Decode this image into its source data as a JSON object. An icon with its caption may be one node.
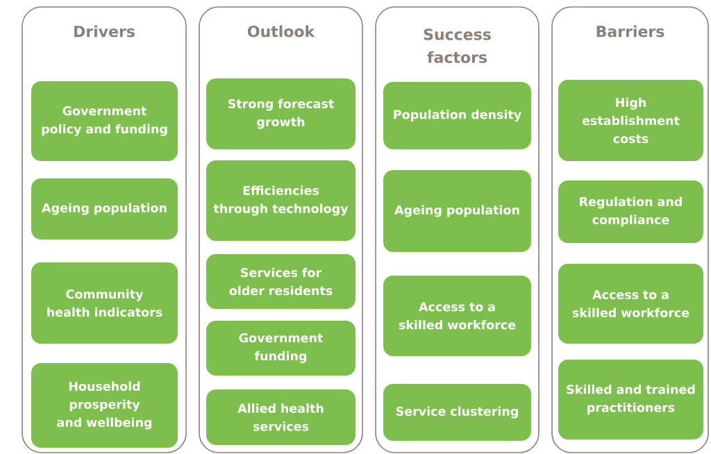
{
  "diagram": {
    "nodes": [
      {
        "text": [
          "Drivers"
        ]
      },
      {
        "text": [
          "Government policy and funding"
        ],
        "in": 0
      },
      {
        "text": [
          "Ageing population"
        ],
        "in": 0
      },
      {
        "text": [
          "Community health indicators"
        ],
        "in": 0
      },
      {
        "text": [
          "Household prosperity and wellbeing"
        ],
        "in": 0
      },
      {
        "text": [
          "Outlook"
        ]
      },
      {
        "text": [
          "Strong forecast growth"
        ],
        "in": 5
      },
      {
        "text": [
          "Efficiencies through technology"
        ],
        "in": 5
      },
      {
        "text": [
          "Services for older residents"
        ],
        "in": 5
      },
      {
        "text": [
          "Government funding"
        ],
        "in": 5
      },
      {
        "text": [
          "Allied health services"
        ],
        "in": 5
      },
      {
        "text": [
          "Success factors"
        ]
      },
      {
        "text": [
          "Population density"
        ],
        "in": 11
      },
      {
        "text": [
          "Ageing population"
        ],
        "in": 11
      },
      {
        "text": [
          "Access to a skilled workforce"
        ],
        "in": 11
      },
      {
        "text": [
          "Service clustering"
        ],
        "in": 11
      },
      {
        "text": [
          "Barriers"
        ]
      },
      {
        "text": [
          "High establishment costs"
        ],
        "in": 16
      },
      {
        "text": [
          "Regulation and compliance"
        ],
        "in": 16
      },
      {
        "text": [
          "Access to a skilled workforce"
        ],
        "in": 16
      },
      {
        "text": [
          "Skilled and trained practitioners"
        ],
        "in": 16
      }
    ]
  }
}
